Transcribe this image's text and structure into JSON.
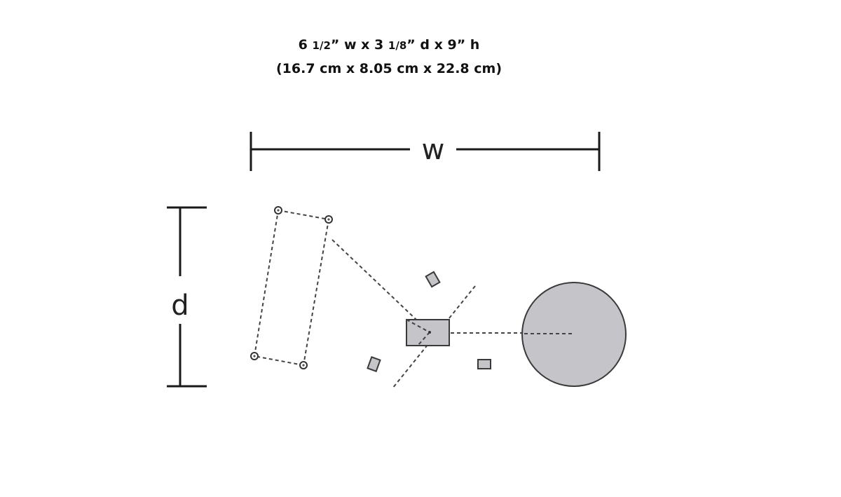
{
  "dimensions": {
    "line1": {
      "w_whole": "6",
      "w_frac": "1/2",
      "w_unit": "” w x",
      "d_whole": "3",
      "d_frac": "1/8",
      "d_unit": "” d x",
      "h_text": "9” h"
    },
    "line2": "(16.7 cm x 8.05 cm x 22.8 cm)"
  },
  "diagram": {
    "width_label": "w",
    "depth_label": "d",
    "colors": {
      "line": "#1a1a1a",
      "dashed": "#444444",
      "shape_fill": "#c4c4c9",
      "shape_stroke": "#3a3a3a"
    }
  }
}
